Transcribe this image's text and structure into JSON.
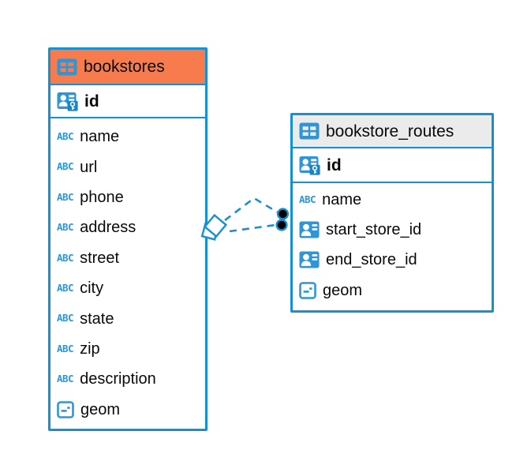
{
  "icons": {
    "text_type_label": "ABC"
  },
  "diagram": {
    "tables": [
      {
        "name": "bookstores",
        "header_color": "#F87B4D",
        "primary_key": "id",
        "columns": [
          {
            "name": "name",
            "icon": "text-type-icon"
          },
          {
            "name": "url",
            "icon": "text-type-icon"
          },
          {
            "name": "phone",
            "icon": "text-type-icon"
          },
          {
            "name": "address",
            "icon": "text-type-icon"
          },
          {
            "name": "street",
            "icon": "text-type-icon"
          },
          {
            "name": "city",
            "icon": "text-type-icon"
          },
          {
            "name": "state",
            "icon": "text-type-icon"
          },
          {
            "name": "zip",
            "icon": "text-type-icon"
          },
          {
            "name": "description",
            "icon": "text-type-icon"
          },
          {
            "name": "geom",
            "icon": "geometry-type-icon"
          }
        ]
      },
      {
        "name": "bookstore_routes",
        "header_color": "#EBEBEB",
        "primary_key": "id",
        "columns": [
          {
            "name": "name",
            "icon": "text-type-icon"
          },
          {
            "name": "start_store_id",
            "icon": "reference-type-icon"
          },
          {
            "name": "end_store_id",
            "icon": "reference-type-icon"
          },
          {
            "name": "geom",
            "icon": "geometry-type-icon"
          }
        ]
      }
    ],
    "relations": [
      {
        "from_table": "bookstores",
        "to_table": "bookstore_routes",
        "line_style": "dashed",
        "from_marker": "stacked-diamond",
        "to_marker": "filled-dot"
      },
      {
        "from_table": "bookstores",
        "to_table": "bookstore_routes",
        "line_style": "dashed",
        "from_marker": "stacked-diamond",
        "to_marker": "filled-dot"
      }
    ],
    "colors": {
      "accent_blue": "#1591D2",
      "icon_blue": "#2E96D6",
      "key_badge_blue": "#1B84C6",
      "bookstores_header": "#F87B4D",
      "routes_header": "#EBEBEB",
      "background": "#FFFFFF",
      "text": "#0A0A0A"
    }
  }
}
